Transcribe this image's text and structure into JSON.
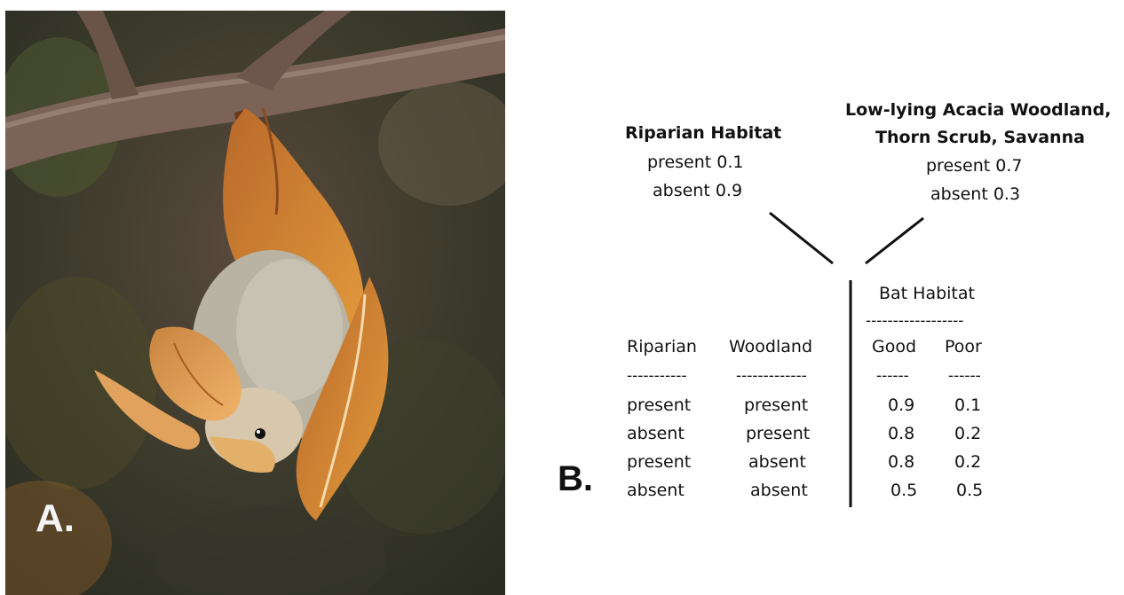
{
  "panel_a_label": "A.",
  "panel_b_label": "B.",
  "photo": {
    "subject": "bat-photo"
  },
  "riparian_node": {
    "title": "Riparian Habitat",
    "present": "present  0.1",
    "absent": "absent  0.9"
  },
  "woodland_node": {
    "title_line1": "Low-lying Acacia Woodland,",
    "title_line2": "Thorn Scrub, Savanna",
    "present": "present  0.7",
    "absent": "absent  0.3"
  },
  "cpt": {
    "group_header": "Bat Habitat",
    "group_rule": "------------------",
    "col_riparian": "Riparian",
    "col_woodland": "Woodland",
    "col_good": "Good",
    "col_poor": "Poor",
    "rule_riparian": "-----------",
    "rule_woodland": "-------------",
    "rule_good": "------",
    "rule_poor": "------",
    "rows": [
      {
        "riparian": "present",
        "woodland": "present",
        "good": "0.9",
        "poor": "0.1"
      },
      {
        "riparian": "absent",
        "woodland": "present",
        "good": "0.8",
        "poor": "0.2"
      },
      {
        "riparian": "present",
        "woodland": "absent",
        "good": "0.8",
        "poor": "0.2"
      },
      {
        "riparian": "absent",
        "woodland": "absent",
        "good": "0.5",
        "poor": "0.5"
      }
    ]
  }
}
